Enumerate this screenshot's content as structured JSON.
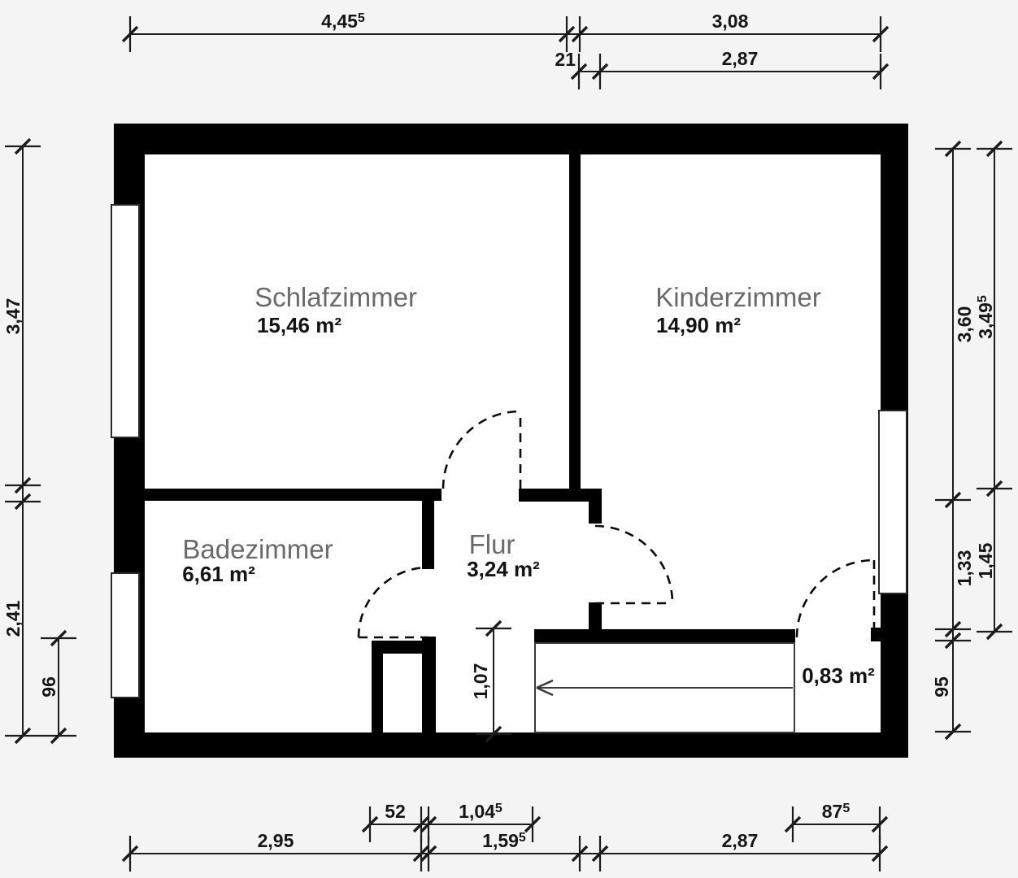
{
  "plan": {
    "type": "floor-plan",
    "units": "m",
    "rooms": [
      {
        "name": "Schlafzimmer",
        "area": "15,46 m²"
      },
      {
        "name": "Kinderzimmer",
        "area": "14,90 m²"
      },
      {
        "name": "Badezimmer",
        "area": "6,61 m²"
      },
      {
        "name": "Flur",
        "area": "3,24 m²"
      }
    ],
    "small_area_label": "0,83 m²",
    "dimensions": {
      "top_row1": [
        {
          "v": "4,45",
          "sup": "5"
        },
        {
          "v": "3,08",
          "sup": ""
        }
      ],
      "top_row2": [
        {
          "v": "21",
          "sup": ""
        },
        {
          "v": "2,87",
          "sup": ""
        }
      ],
      "left_col1": [
        {
          "v": "3,47"
        },
        {
          "v": "2,41"
        }
      ],
      "left_col2": [
        {
          "v": "96"
        }
      ],
      "right_inner": [
        {
          "v": "3,60"
        },
        {
          "v": "1,33"
        },
        {
          "v": "95"
        }
      ],
      "right_outer": [
        {
          "v": "3,49",
          "sup": "5"
        },
        {
          "v": "1,45",
          "sup": ""
        }
      ],
      "bottom_row1": [
        {
          "v": "52",
          "sup": ""
        },
        {
          "v": "1,04",
          "sup": "5"
        },
        {
          "v": "87",
          "sup": "5"
        }
      ],
      "bottom_row2": [
        {
          "v": "2,95",
          "sup": ""
        },
        {
          "v": "1,59",
          "sup": "5"
        },
        {
          "v": "2,87",
          "sup": ""
        }
      ],
      "interior": [
        {
          "v": "1,07"
        }
      ]
    },
    "colors": {
      "wall": "#000000",
      "floor": "#ffffff",
      "background": "#f4f4f4",
      "dim_line": "#1c1c1c",
      "room_name_text": "#6a6a6a",
      "dim_text": "#161616",
      "thin_outline": "#3a3a3a"
    }
  }
}
